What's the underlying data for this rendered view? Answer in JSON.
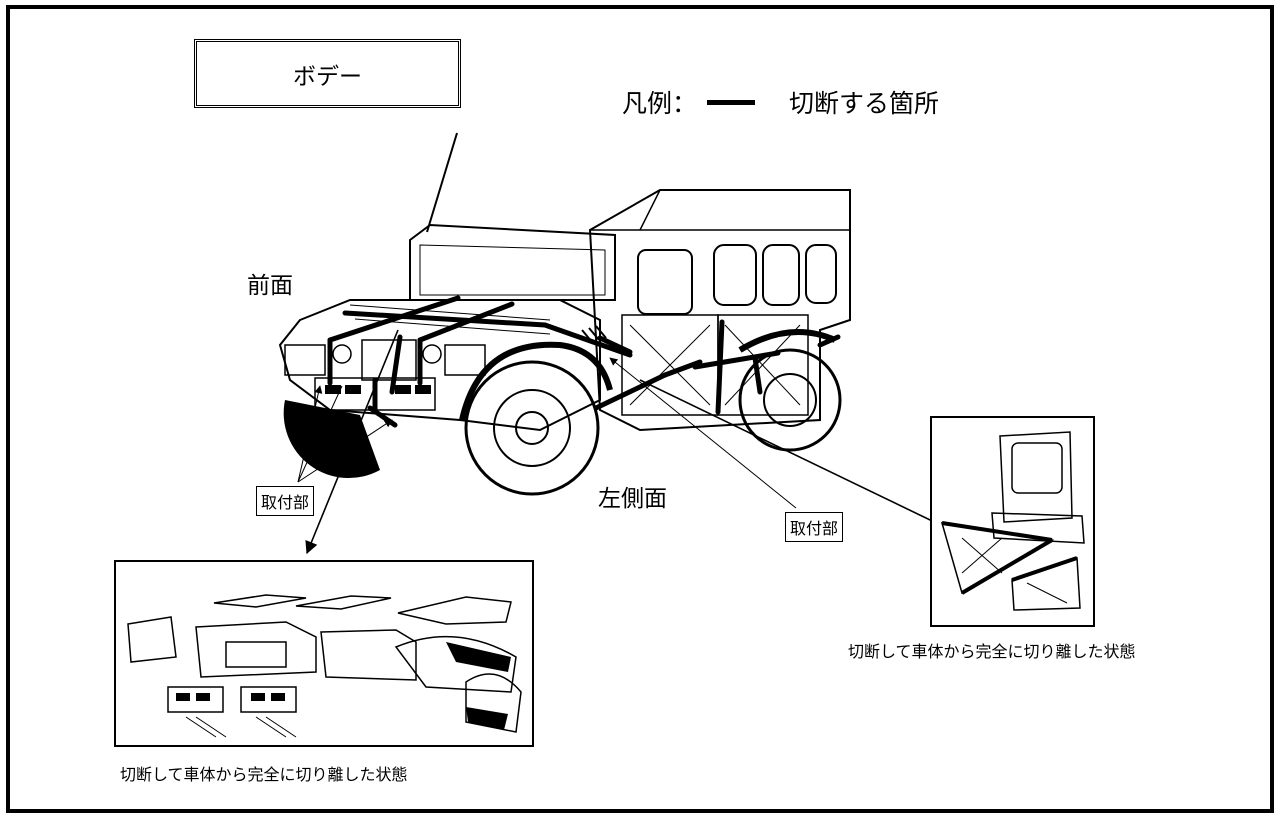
{
  "title": "ボデー",
  "legend": {
    "prefix": "凡例：",
    "text": "切断する箇所"
  },
  "labels": {
    "front": "前面",
    "left_side": "左側面"
  },
  "tags": {
    "mount_front": "取付部",
    "mount_side": "取付部"
  },
  "captions": {
    "front_parts": "切断して車体から完全に切り離した状態",
    "door_parts": "切断して車体から完全に切り離した状態"
  }
}
